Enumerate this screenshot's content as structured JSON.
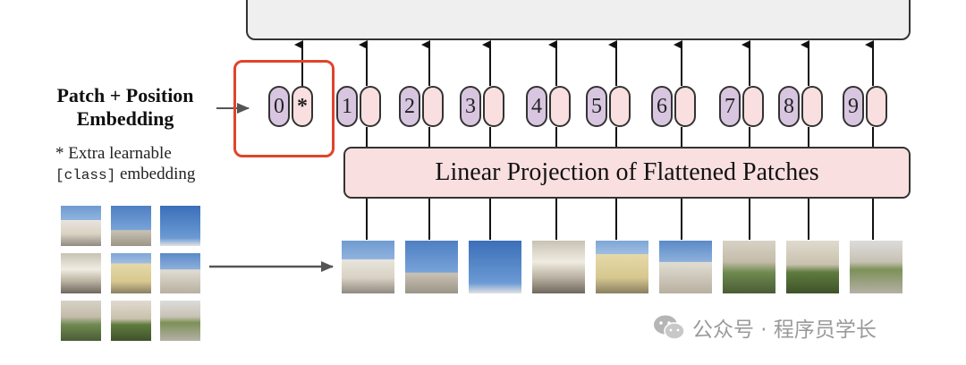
{
  "labels": {
    "patch_position_line1": "Patch + Position",
    "patch_position_line2": "Embedding",
    "extra_note_line1": "* Extra learnable",
    "extra_note_code": "[class]",
    "extra_note_line2_suffix": " embedding",
    "linear_projection": "Linear Projection of Flattened Patches"
  },
  "tokens": [
    {
      "pos": "0",
      "emb": "*"
    },
    {
      "pos": "1"
    },
    {
      "pos": "2"
    },
    {
      "pos": "3"
    },
    {
      "pos": "4"
    },
    {
      "pos": "5"
    },
    {
      "pos": "6"
    },
    {
      "pos": "7"
    },
    {
      "pos": "8"
    },
    {
      "pos": "9"
    }
  ],
  "colors": {
    "position_embedding": "#d8c6e0",
    "patch_embedding": "#f9dfe0",
    "projection_box": "#f9dfe0",
    "highlight": "#e0442c",
    "encoder_box": "#efefef"
  },
  "icons": {
    "watermark_icon": "wechat-icon"
  },
  "watermark": {
    "text": "公众号 · 程序员学长"
  }
}
